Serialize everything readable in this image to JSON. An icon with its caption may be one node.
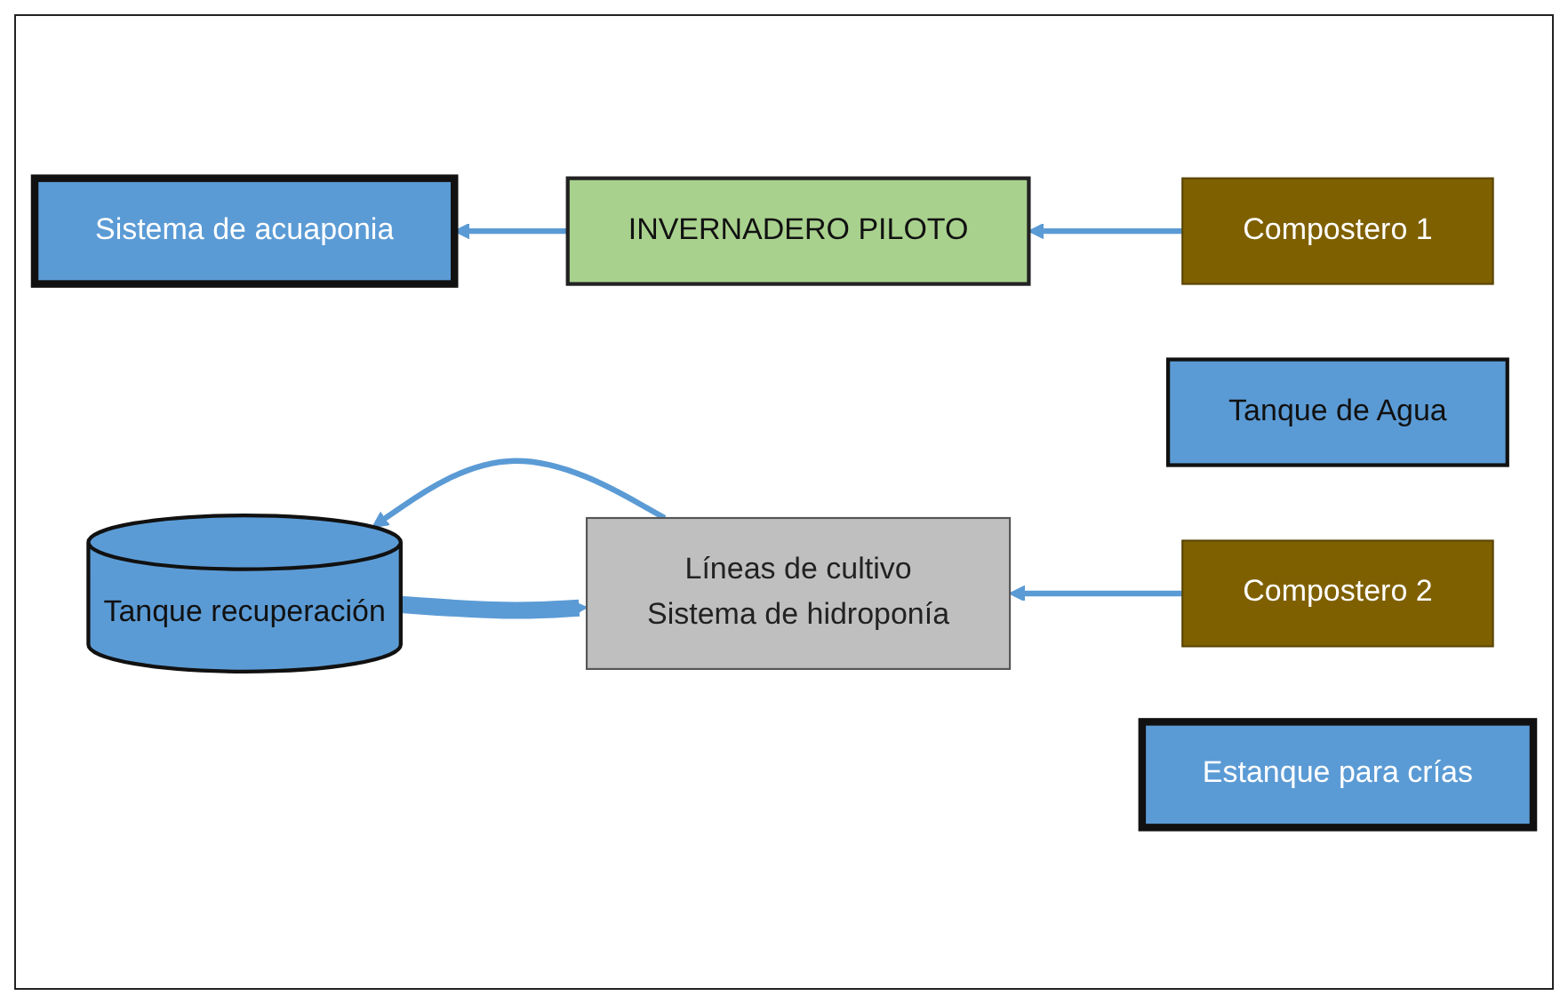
{
  "diagram": {
    "nodes": [
      {
        "text": [
          "Compostero 1"
        ]
      },
      {
        "text": [
          "Tanque de Agua"
        ]
      },
      {
        "text": [
          "Compostero 2"
        ]
      },
      {
        "text": [
          "INVERNADERO PILOTO"
        ]
      },
      {
        "text": [
          "Sistema de acuaponia"
        ]
      },
      {
        "text": [
          "Estanque para crías"
        ]
      },
      {
        "text": [
          "Líneas de cultivo",
          "Sistema de hidroponía"
        ]
      },
      {
        "text": [
          "Tanque recuperación"
        ]
      }
    ],
    "edges": [
      {
        "from": 0,
        "to": 3,
        "arrow": "to"
      },
      {
        "from": 3,
        "to": 4,
        "arrow": "to"
      },
      {
        "from": 2,
        "to": 6,
        "arrow": "to"
      },
      {
        "from": 6,
        "to": 7,
        "arrow": "to"
      },
      {
        "from": 7,
        "to": 6,
        "arrow": "to",
        "style": "thick"
      }
    ]
  }
}
